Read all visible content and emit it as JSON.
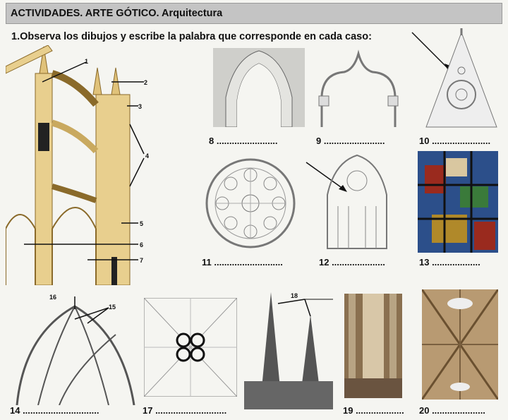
{
  "header": {
    "title": "ACTIVIDADES. ARTE GÓTICO. Arquitectura"
  },
  "instruction": "1.Observa los dibujos y escribe la palabra que corresponde en cada caso:",
  "diagram_numbers": [
    "1",
    "2",
    "3",
    "4",
    "5",
    "6",
    "7"
  ],
  "answer_labels": [
    "8 ........................",
    "9 ........................",
    "10 .......................",
    "11 ...........................",
    "12 .....................",
    "13 ...................",
    "14 ..............................",
    "17 ............................",
    "19 ...................",
    "20 ....................."
  ],
  "vault_numbers": {
    "n16": "16",
    "n15": "15"
  },
  "pinnacle_number": "18",
  "colors": {
    "header": "#c4c4c4",
    "stone": "#e8cf8e",
    "stone_dark": "#c9a95f",
    "glass_blue": "#2c4f8a",
    "glass_red": "#9a2a1e"
  }
}
